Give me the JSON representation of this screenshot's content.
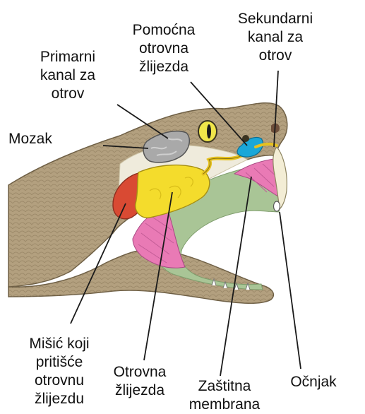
{
  "labels": {
    "pomocna": "Pomoćna\notrovna\nžlijezda",
    "sekundarni": "Sekundarni\nkanal za\notrov",
    "primarni": "Primarni\nkanal za\notrov",
    "mozak": "Mozak",
    "misic": "Mišić koji\npritišće\notrovnu\nžlijezdu",
    "otrovna": "Otrovna\nžlijezda",
    "zastitna": "Zaštitna\nmembrana",
    "ocnjak": "Očnjak"
  },
  "colors": {
    "skin": "#b3a07f",
    "skin_dark": "#8f7e5f",
    "belly": "#e6e0c9",
    "brain": "#a9a9a9",
    "venom_gland": "#f4dc2c",
    "muscle": "#d94a33",
    "duct_blue": "#1aa7d8",
    "membrane_pink": "#e97ab5",
    "gum_green": "#a9c596",
    "eye": "#f0e64a"
  }
}
